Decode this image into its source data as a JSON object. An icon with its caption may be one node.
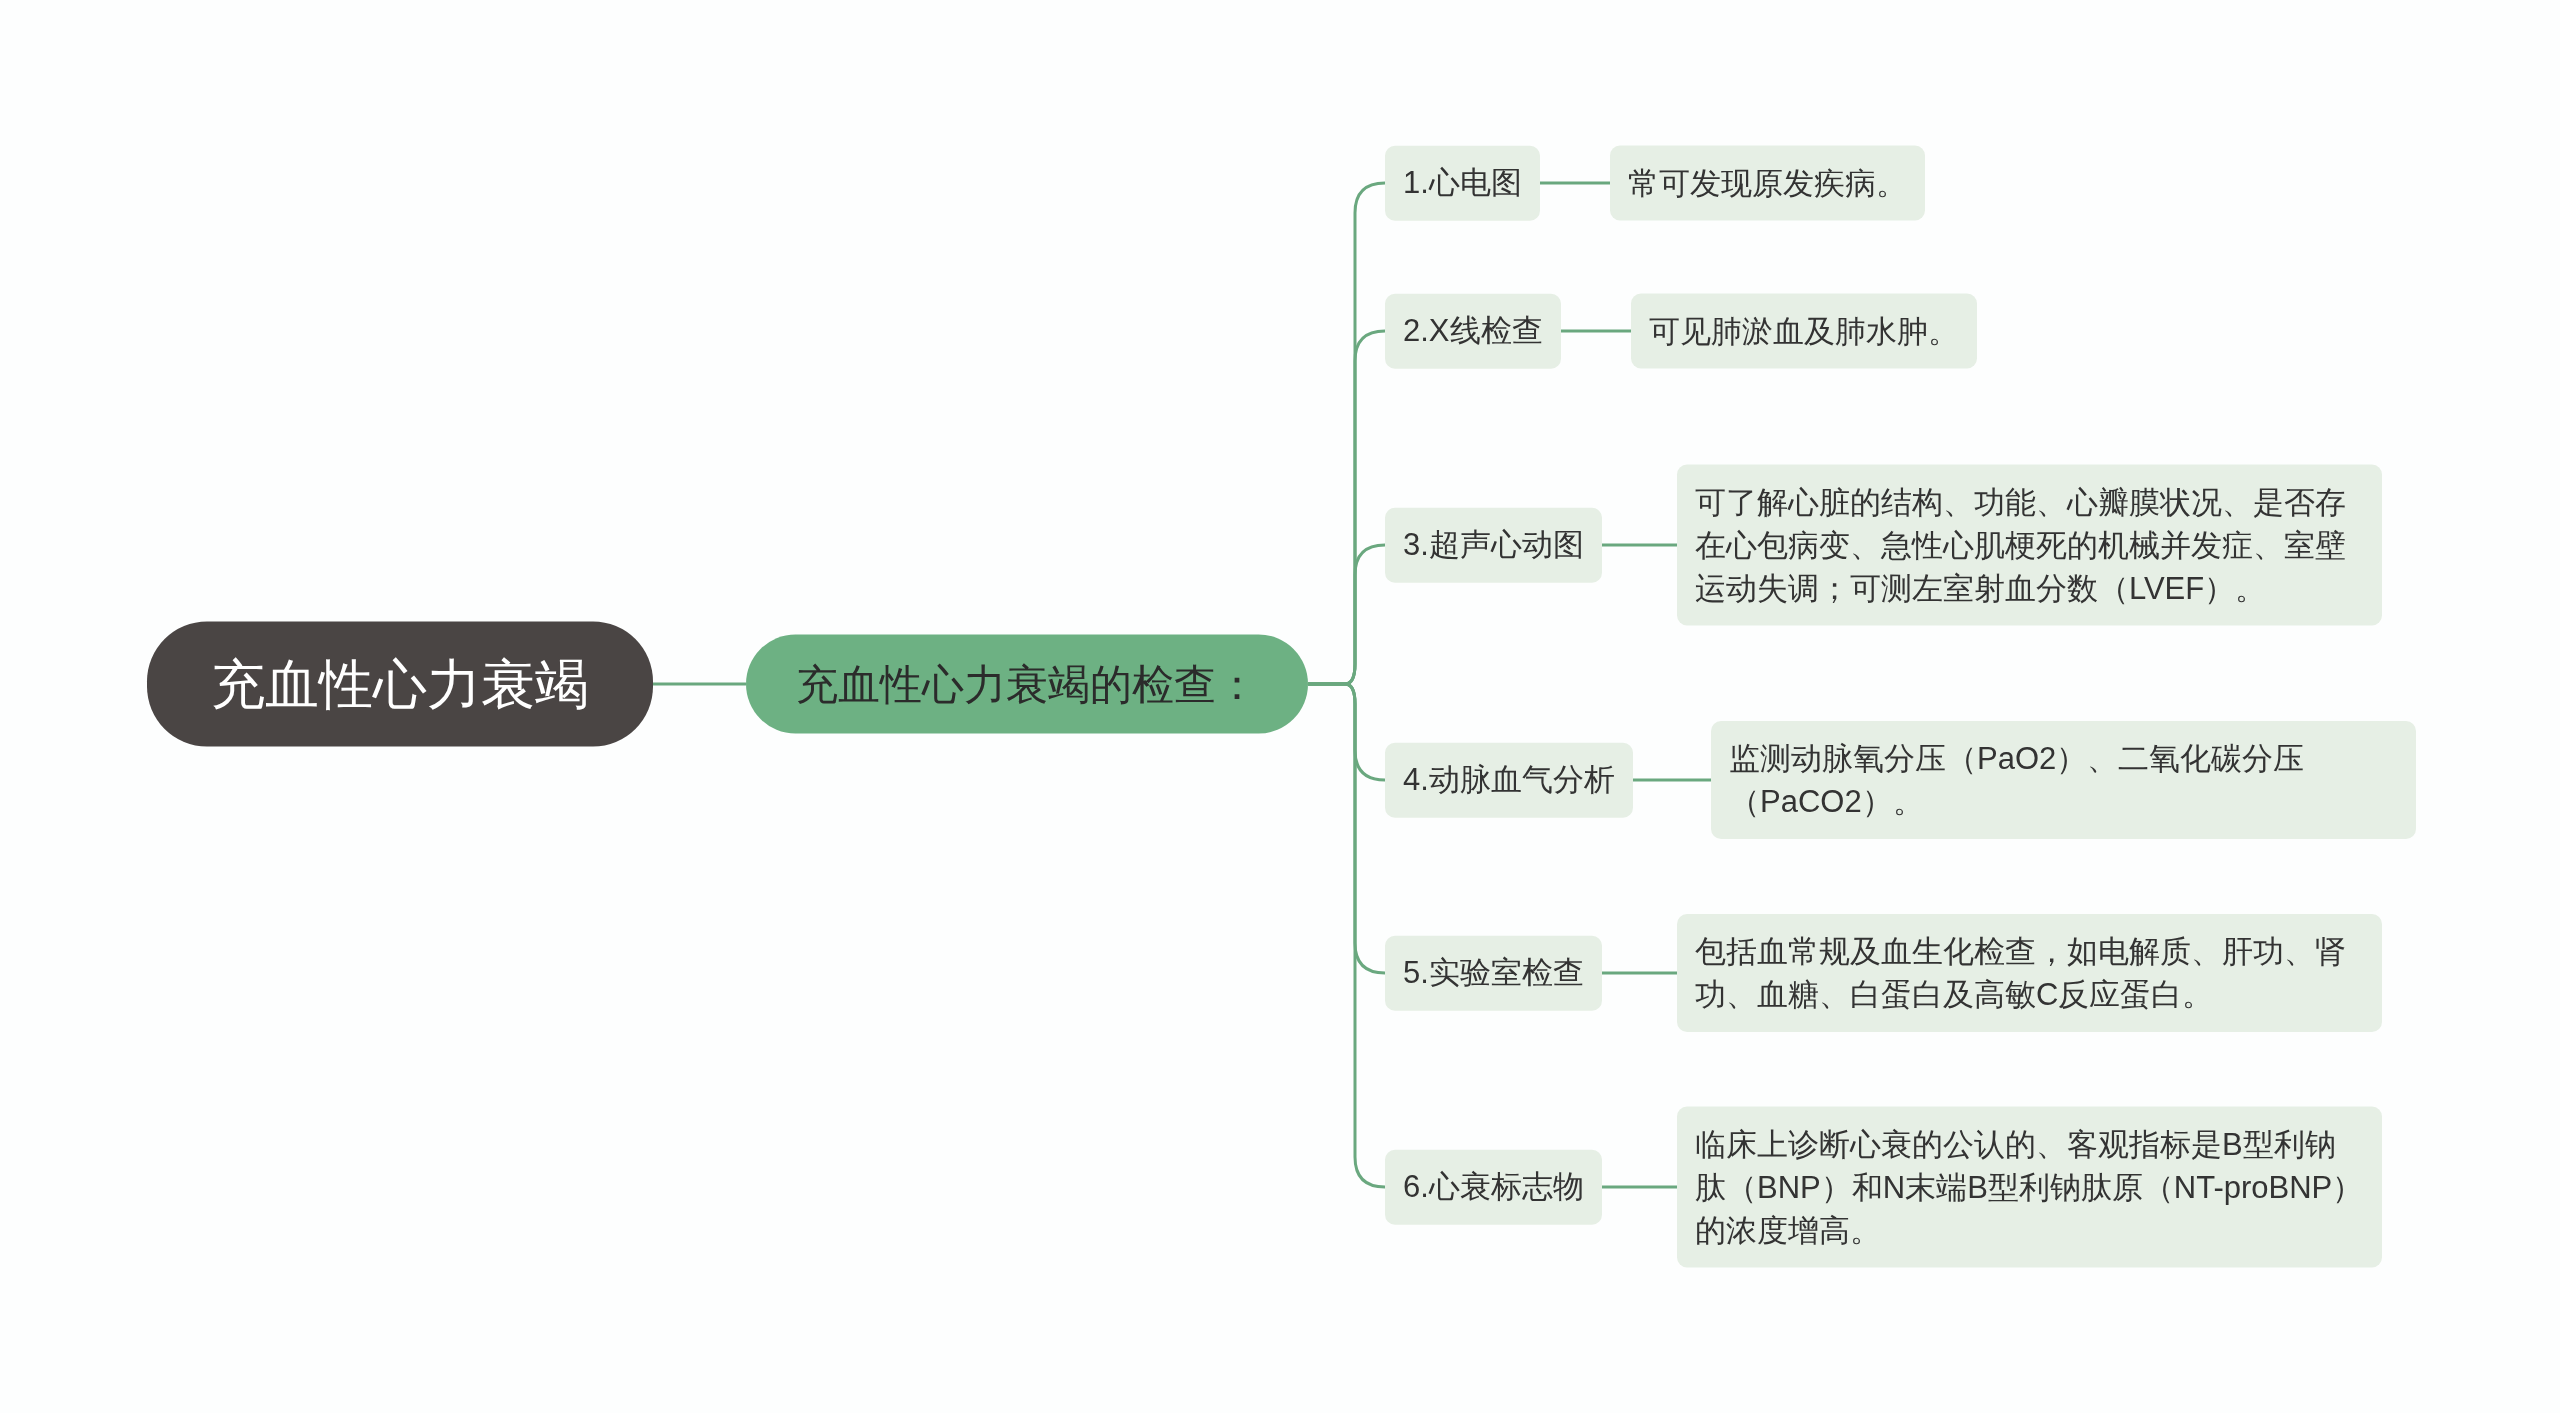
{
  "diagram": {
    "nodes": [
      {
        "text": [
          "充血性心力衰竭"
        ]
      },
      {
        "text": [
          "充血性心力衰竭的检查："
        ]
      },
      {
        "text": [
          "1.心电图"
        ]
      },
      {
        "text": [
          "常可发现原发疾病。"
        ]
      },
      {
        "text": [
          "2.X线检查"
        ]
      },
      {
        "text": [
          "可见肺淤血及肺水肿。"
        ]
      },
      {
        "text": [
          "3.超声心动图"
        ]
      },
      {
        "text": [
          "可了解心脏的结构、功能、心瓣膜状况、是否存在心包病变、急性心肌梗死的机械并发症、室壁运动失调；可测左室射血分数（LVEF）。"
        ]
      },
      {
        "text": [
          "4.动脉血气分析"
        ]
      },
      {
        "text": [
          "监测动脉氧分压（PaO2）、二氧化碳分压（PaCO2）。"
        ]
      },
      {
        "text": [
          "5.实验室检查"
        ]
      },
      {
        "text": [
          "包括血常规及血生化检查，如电解质、肝功、肾功、血糖、白蛋白及高敏C反应蛋白。"
        ]
      },
      {
        "text": [
          "6.心衰标志物"
        ]
      },
      {
        "text": [
          "临床上诊断心衰的公认的、客观指标是B型利钠肽（BNP）和N末端B型利钠肽原（NT-proBNP）的浓度增高。"
        ]
      }
    ],
    "edges": [
      {
        "from": 0,
        "to": 1,
        "arrow": "none"
      },
      {
        "from": 1,
        "to": 2,
        "arrow": "none"
      },
      {
        "from": 1,
        "to": 4,
        "arrow": "none"
      },
      {
        "from": 1,
        "to": 6,
        "arrow": "none"
      },
      {
        "from": 1,
        "to": 8,
        "arrow": "none"
      },
      {
        "from": 1,
        "to": 10,
        "arrow": "none"
      },
      {
        "from": 1,
        "to": 12,
        "arrow": "none"
      },
      {
        "from": 2,
        "to": 3,
        "arrow": "none"
      },
      {
        "from": 4,
        "to": 5,
        "arrow": "none"
      },
      {
        "from": 6,
        "to": 7,
        "arrow": "none"
      },
      {
        "from": 8,
        "to": 9,
        "arrow": "none"
      },
      {
        "from": 10,
        "to": 11,
        "arrow": "none"
      },
      {
        "from": 12,
        "to": 13,
        "arrow": "none"
      }
    ]
  }
}
